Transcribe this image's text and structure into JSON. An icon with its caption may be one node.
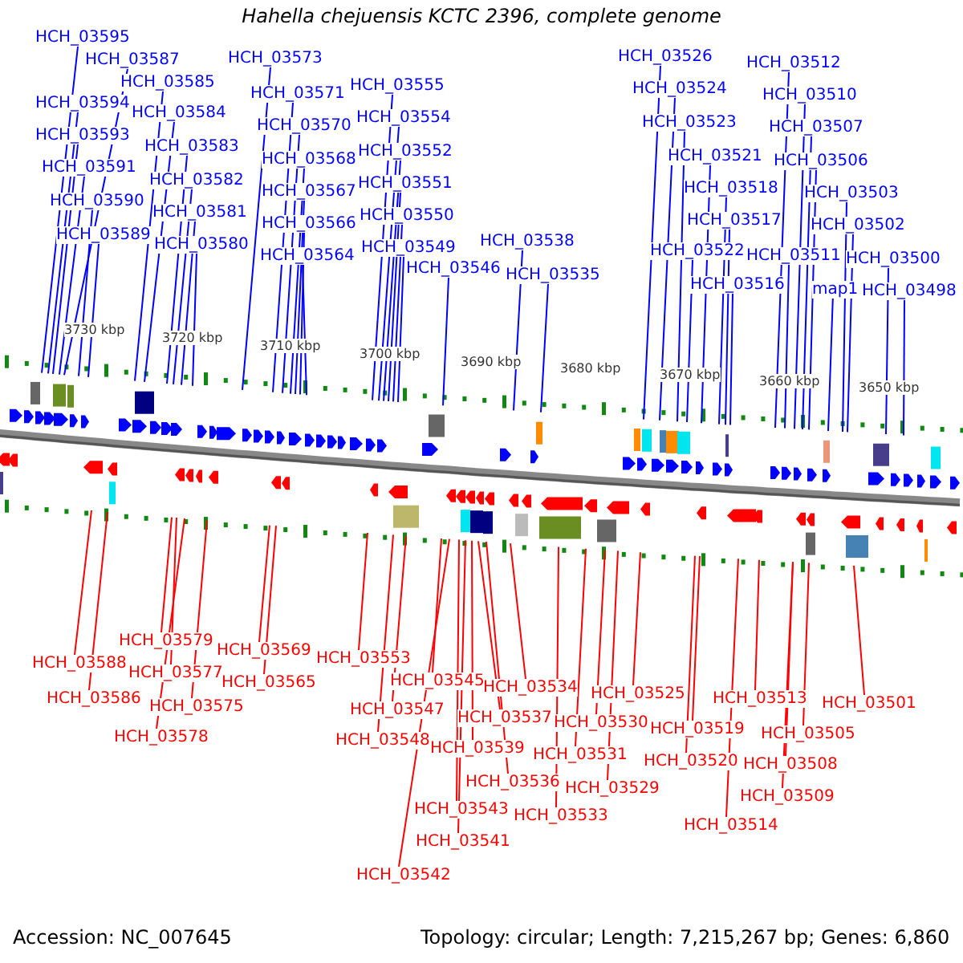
{
  "diagram": {
    "title": "Hahella chejuensis KCTC 2396, complete genome",
    "nodes": [
      {
        "text": [
          "HCH_03595"
        ]
      },
      {
        "text": [
          "HCH_03587"
        ]
      },
      {
        "text": [
          "HCH_03585"
        ]
      },
      {
        "text": [
          "HCH_03594"
        ]
      },
      {
        "text": [
          "HCH_03584"
        ]
      },
      {
        "text": [
          "HCH_03593"
        ]
      },
      {
        "text": [
          "HCH_03583"
        ]
      },
      {
        "text": [
          "HCH_03591"
        ]
      },
      {
        "text": [
          "HCH_03582"
        ]
      },
      {
        "text": [
          "HCH_03590"
        ]
      },
      {
        "text": [
          "HCH_03581"
        ]
      },
      {
        "text": [
          "HCH_03589"
        ]
      },
      {
        "text": [
          "HCH_03580"
        ]
      },
      {
        "text": [
          "HCH_03573"
        ]
      },
      {
        "text": [
          "HCH_03571"
        ]
      },
      {
        "text": [
          "HCH_03570"
        ]
      },
      {
        "text": [
          "HCH_03568"
        ]
      },
      {
        "text": [
          "HCH_03567"
        ]
      },
      {
        "text": [
          "HCH_03566"
        ]
      },
      {
        "text": [
          "HCH_03564"
        ]
      },
      {
        "text": [
          "HCH_03555"
        ]
      },
      {
        "text": [
          "HCH_03554"
        ]
      },
      {
        "text": [
          "HCH_03552"
        ]
      },
      {
        "text": [
          "HCH_03551"
        ]
      },
      {
        "text": [
          "HCH_03550"
        ]
      },
      {
        "text": [
          "HCH_03549"
        ]
      },
      {
        "text": [
          "HCH_03546"
        ]
      },
      {
        "text": [
          "HCH_03538"
        ]
      },
      {
        "text": [
          "HCH_03535"
        ]
      },
      {
        "text": [
          "HCH_03526"
        ]
      },
      {
        "text": [
          "HCH_03524"
        ]
      },
      {
        "text": [
          "HCH_03523"
        ]
      },
      {
        "text": [
          "HCH_03521"
        ]
      },
      {
        "text": [
          "HCH_03518"
        ]
      },
      {
        "text": [
          "HCH_03517"
        ]
      },
      {
        "text": [
          "HCH_03522"
        ]
      },
      {
        "text": [
          "HCH_03516"
        ]
      },
      {
        "text": [
          "HCH_03512"
        ]
      },
      {
        "text": [
          "HCH_03510"
        ]
      },
      {
        "text": [
          "HCH_03507"
        ]
      },
      {
        "text": [
          "HCH_03506"
        ]
      },
      {
        "text": [
          "HCH_03503"
        ]
      },
      {
        "text": [
          "HCH_03502"
        ]
      },
      {
        "text": [
          "HCH_03511"
        ]
      },
      {
        "text": [
          "HCH_03500"
        ]
      },
      {
        "text": [
          "map1"
        ]
      },
      {
        "text": [
          "HCH_03498"
        ]
      },
      {
        "text": [
          "HCH_03579"
        ]
      },
      {
        "text": [
          "HCH_03569"
        ]
      },
      {
        "text": [
          "HCH_03553"
        ]
      },
      {
        "text": [
          "HCH_03588"
        ]
      },
      {
        "text": [
          "HCH_03577"
        ]
      },
      {
        "text": [
          "HCH_03565"
        ]
      },
      {
        "text": [
          "HCH_03545"
        ]
      },
      {
        "text": [
          "HCH_03534"
        ]
      },
      {
        "text": [
          "HCH_03525"
        ]
      },
      {
        "text": [
          "HCH_03513"
        ]
      },
      {
        "text": [
          "HCH_03501"
        ]
      },
      {
        "text": [
          "HCH_03586"
        ]
      },
      {
        "text": [
          "HCH_03575"
        ]
      },
      {
        "text": [
          "HCH_03547"
        ]
      },
      {
        "text": [
          "HCH_03537"
        ]
      },
      {
        "text": [
          "HCH_03530"
        ]
      },
      {
        "text": [
          "HCH_03519"
        ]
      },
      {
        "text": [
          "HCH_03505"
        ]
      },
      {
        "text": [
          "HCH_03578"
        ]
      },
      {
        "text": [
          "HCH_03548"
        ]
      },
      {
        "text": [
          "HCH_03539"
        ]
      },
      {
        "text": [
          "HCH_03531"
        ]
      },
      {
        "text": [
          "HCH_03520"
        ]
      },
      {
        "text": [
          "HCH_03508"
        ]
      },
      {
        "text": [
          "HCH_03536"
        ]
      },
      {
        "text": [
          "HCH_03529"
        ]
      },
      {
        "text": [
          "HCH_03509"
        ]
      },
      {
        "text": [
          "HCH_03543"
        ]
      },
      {
        "text": [
          "HCH_03533"
        ]
      },
      {
        "text": [
          "HCH_03514"
        ]
      },
      {
        "text": [
          "HCH_03541"
        ]
      },
      {
        "text": [
          "HCH_03542"
        ]
      }
    ],
    "edges": [
      {
        "from": 0,
        "to": null,
        "arrow": "none"
      },
      {
        "from": 1,
        "to": null,
        "arrow": "none"
      },
      {
        "from": 2,
        "to": null,
        "arrow": "none"
      },
      {
        "from": 3,
        "to": null,
        "arrow": "none"
      },
      {
        "from": 4,
        "to": null,
        "arrow": "none"
      },
      {
        "from": 5,
        "to": null,
        "arrow": "none"
      },
      {
        "from": 6,
        "to": null,
        "arrow": "none"
      },
      {
        "from": 7,
        "to": null,
        "arrow": "none"
      },
      {
        "from": 8,
        "to": null,
        "arrow": "none"
      },
      {
        "from": 9,
        "to": null,
        "arrow": "none"
      },
      {
        "from": 10,
        "to": null,
        "arrow": "none"
      },
      {
        "from": 11,
        "to": null,
        "arrow": "none"
      },
      {
        "from": 12,
        "to": null,
        "arrow": "none"
      },
      {
        "from": 13,
        "to": null,
        "arrow": "none"
      },
      {
        "from": 14,
        "to": null,
        "arrow": "none"
      },
      {
        "from": 15,
        "to": null,
        "arrow": "none"
      },
      {
        "from": 16,
        "to": null,
        "arrow": "none"
      },
      {
        "from": 17,
        "to": null,
        "arrow": "none"
      },
      {
        "from": 18,
        "to": null,
        "arrow": "none"
      },
      {
        "from": 19,
        "to": null,
        "arrow": "none"
      },
      {
        "from": 20,
        "to": null,
        "arrow": "none"
      },
      {
        "from": 21,
        "to": null,
        "arrow": "none"
      },
      {
        "from": 22,
        "to": null,
        "arrow": "none"
      },
      {
        "from": 23,
        "to": null,
        "arrow": "none"
      },
      {
        "from": 24,
        "to": null,
        "arrow": "none"
      },
      {
        "from": 25,
        "to": null,
        "arrow": "none"
      },
      {
        "from": 26,
        "to": null,
        "arrow": "none"
      },
      {
        "from": 27,
        "to": null,
        "arrow": "none"
      },
      {
        "from": 28,
        "to": null,
        "arrow": "none"
      },
      {
        "from": 29,
        "to": null,
        "arrow": "none"
      },
      {
        "from": 30,
        "to": null,
        "arrow": "none"
      },
      {
        "from": 31,
        "to": null,
        "arrow": "none"
      },
      {
        "from": 32,
        "to": null,
        "arrow": "none"
      },
      {
        "from": 33,
        "to": null,
        "arrow": "none"
      },
      {
        "from": 34,
        "to": null,
        "arrow": "none"
      },
      {
        "from": 35,
        "to": null,
        "arrow": "none"
      },
      {
        "from": 36,
        "to": null,
        "arrow": "none"
      },
      {
        "from": 37,
        "to": null,
        "arrow": "none"
      },
      {
        "from": 38,
        "to": null,
        "arrow": "none"
      },
      {
        "from": 39,
        "to": null,
        "arrow": "none"
      },
      {
        "from": 40,
        "to": null,
        "arrow": "none"
      },
      {
        "from": 41,
        "to": null,
        "arrow": "none"
      },
      {
        "from": 42,
        "to": null,
        "arrow": "none"
      },
      {
        "from": 43,
        "to": null,
        "arrow": "none"
      },
      {
        "from": 44,
        "to": null,
        "arrow": "none"
      },
      {
        "from": 45,
        "to": null,
        "arrow": "none"
      },
      {
        "from": 46,
        "to": null,
        "arrow": "none"
      },
      {
        "from": 47,
        "to": null,
        "arrow": "none",
        "color": "#ff0000"
      },
      {
        "from": 48,
        "to": null,
        "arrow": "none",
        "color": "#ff0000"
      },
      {
        "from": 49,
        "to": null,
        "arrow": "none",
        "color": "#ff0000"
      },
      {
        "from": 50,
        "to": null,
        "arrow": "none",
        "color": "#ff0000"
      },
      {
        "from": 51,
        "to": null,
        "arrow": "none",
        "color": "#ff0000"
      },
      {
        "from": 52,
        "to": null,
        "arrow": "none",
        "color": "#ff0000"
      },
      {
        "from": 53,
        "to": null,
        "arrow": "none",
        "color": "#ff0000"
      },
      {
        "from": 54,
        "to": null,
        "arrow": "none",
        "color": "#ff0000"
      },
      {
        "from": 55,
        "to": null,
        "arrow": "none",
        "color": "#ff0000"
      },
      {
        "from": 56,
        "to": null,
        "arrow": "none",
        "color": "#ff0000"
      },
      {
        "from": 57,
        "to": null,
        "arrow": "none",
        "color": "#ff0000"
      },
      {
        "from": 58,
        "to": null,
        "arrow": "none",
        "color": "#ff0000"
      },
      {
        "from": 59,
        "to": null,
        "arrow": "none",
        "color": "#ff0000"
      },
      {
        "from": 60,
        "to": null,
        "arrow": "none",
        "color": "#ff0000"
      },
      {
        "from": 61,
        "to": null,
        "arrow": "none",
        "color": "#ff0000"
      },
      {
        "from": 62,
        "to": null,
        "arrow": "none",
        "color": "#ff0000"
      },
      {
        "from": 63,
        "to": null,
        "arrow": "none",
        "color": "#ff0000"
      },
      {
        "from": 64,
        "to": null,
        "arrow": "none",
        "color": "#ff0000"
      },
      {
        "from": 65,
        "to": null,
        "arrow": "none",
        "color": "#ff0000"
      },
      {
        "from": 66,
        "to": null,
        "arrow": "none",
        "color": "#ff0000"
      },
      {
        "from": 67,
        "to": null,
        "arrow": "none",
        "color": "#ff0000"
      },
      {
        "from": 68,
        "to": null,
        "arrow": "none",
        "color": "#ff0000"
      },
      {
        "from": 69,
        "to": null,
        "arrow": "none",
        "color": "#ff0000"
      },
      {
        "from": 70,
        "to": null,
        "arrow": "none",
        "color": "#ff0000"
      },
      {
        "from": 71,
        "to": null,
        "arrow": "none",
        "color": "#ff0000"
      },
      {
        "from": 72,
        "to": null,
        "arrow": "none",
        "color": "#ff0000"
      },
      {
        "from": 73,
        "to": null,
        "arrow": "none",
        "color": "#ff0000"
      },
      {
        "from": 74,
        "to": null,
        "arrow": "none",
        "color": "#ff0000"
      },
      {
        "from": 75,
        "to": null,
        "arrow": "none",
        "color": "#ff0000"
      },
      {
        "from": 76,
        "to": null,
        "arrow": "none",
        "color": "#ff0000"
      },
      {
        "from": 77,
        "to": null,
        "arrow": "none",
        "color": "#ff0000"
      },
      {
        "from": 78,
        "to": null,
        "arrow": "none",
        "color": "#ff0000"
      }
    ],
    "labels": [
      "3730 kbp",
      "3720 kbp",
      "3710 kbp",
      "3700 kbp",
      "3690 kbp",
      "3680 kbp",
      "3670 kbp",
      "3660 kbp",
      "3650 kbp",
      "Accession: NC_007645",
      "Topology: circular; Length: 7,215,267 bp; Genes: 6,860"
    ]
  }
}
